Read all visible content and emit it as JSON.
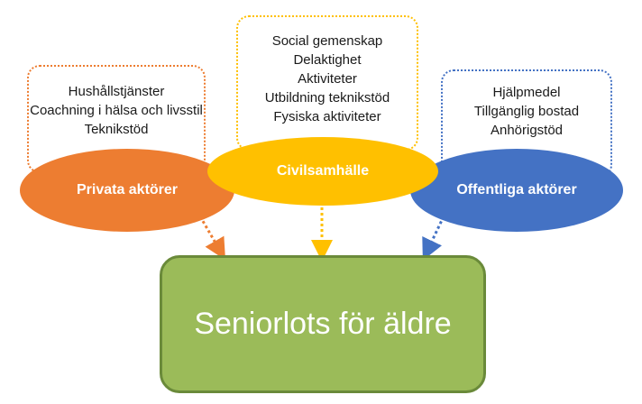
{
  "actors": [
    {
      "id": "private",
      "title": "Privata aktörer",
      "color": "#ed7d31",
      "services": [
        "Hushållstjänster",
        "Coachning i hälsa och livsstil",
        "Teknikstöd"
      ]
    },
    {
      "id": "civil",
      "title": "Civilsamhälle",
      "color": "#ffc000",
      "services": [
        "Social gemenskap",
        "Delaktighet",
        "Aktiviteter",
        "Utbildning teknikstöd",
        "Fysiska aktiviteter"
      ]
    },
    {
      "id": "public",
      "title": "Offentliga aktörer",
      "color": "#4472c4",
      "services": [
        "Hjälpmedel",
        "Tillgänglig bostad",
        "Anhörigstöd"
      ]
    }
  ],
  "center": {
    "title": "Seniorlots för äldre",
    "color": "#9bbb59"
  }
}
